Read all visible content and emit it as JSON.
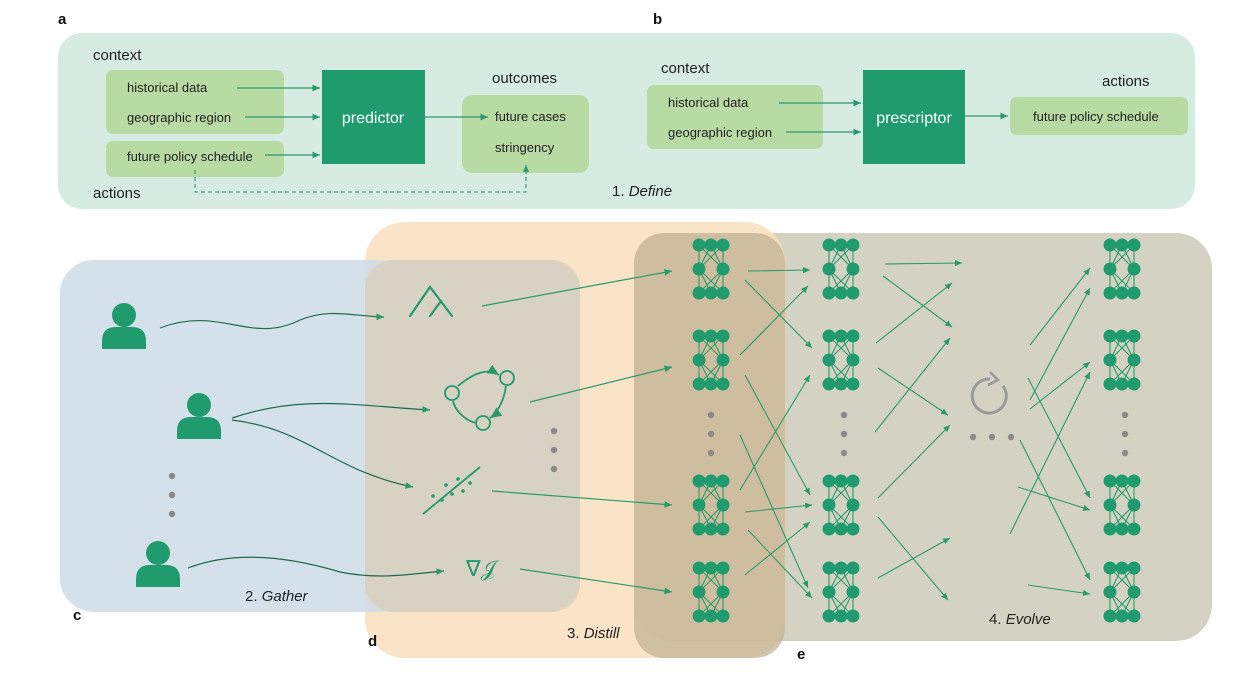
{
  "panels": {
    "a": "a",
    "b": "b",
    "c": "c",
    "d": "d",
    "e": "e"
  },
  "colors": {
    "define_bg": "#d6ebe2",
    "gather_bg": "#cddce8",
    "distill_bg": "#f9dfbd",
    "evolve_bg": "#c9c8b4",
    "box_light": "#b8dba3",
    "box_dark": "#1f9b6e",
    "accent": "#2a9a6c",
    "dots": "#8a8a8a"
  },
  "define": {
    "predictor": {
      "context_title": "context",
      "inputs": [
        "historical data",
        "geographic region"
      ],
      "policy_input": "future policy schedule",
      "actions_title": "actions",
      "model": "predictor",
      "outcomes_title": "outcomes",
      "outcomes": [
        "future cases",
        "stringency"
      ]
    },
    "prescriptor": {
      "context_title": "context",
      "inputs": [
        "historical data",
        "geographic region"
      ],
      "model": "prescriptor",
      "actions_title": "actions",
      "output": "future policy schedule"
    },
    "step": "1. ",
    "step_name": "Define"
  },
  "stages": {
    "gather_num": "2. ",
    "gather_name": "Gather",
    "distill_num": "3. ",
    "distill_name": "Distill",
    "evolve_num": "4. ",
    "evolve_name": "Evolve"
  },
  "icons": {
    "experts": [
      "person-icon",
      "person-icon",
      "person-icon"
    ],
    "models": [
      "tree-icon",
      "graph-icon",
      "regression-icon",
      "gradient-icon"
    ],
    "gradient_symbol": "∇𝒥",
    "network": "neural-network-icon",
    "loop": "refresh-icon"
  }
}
